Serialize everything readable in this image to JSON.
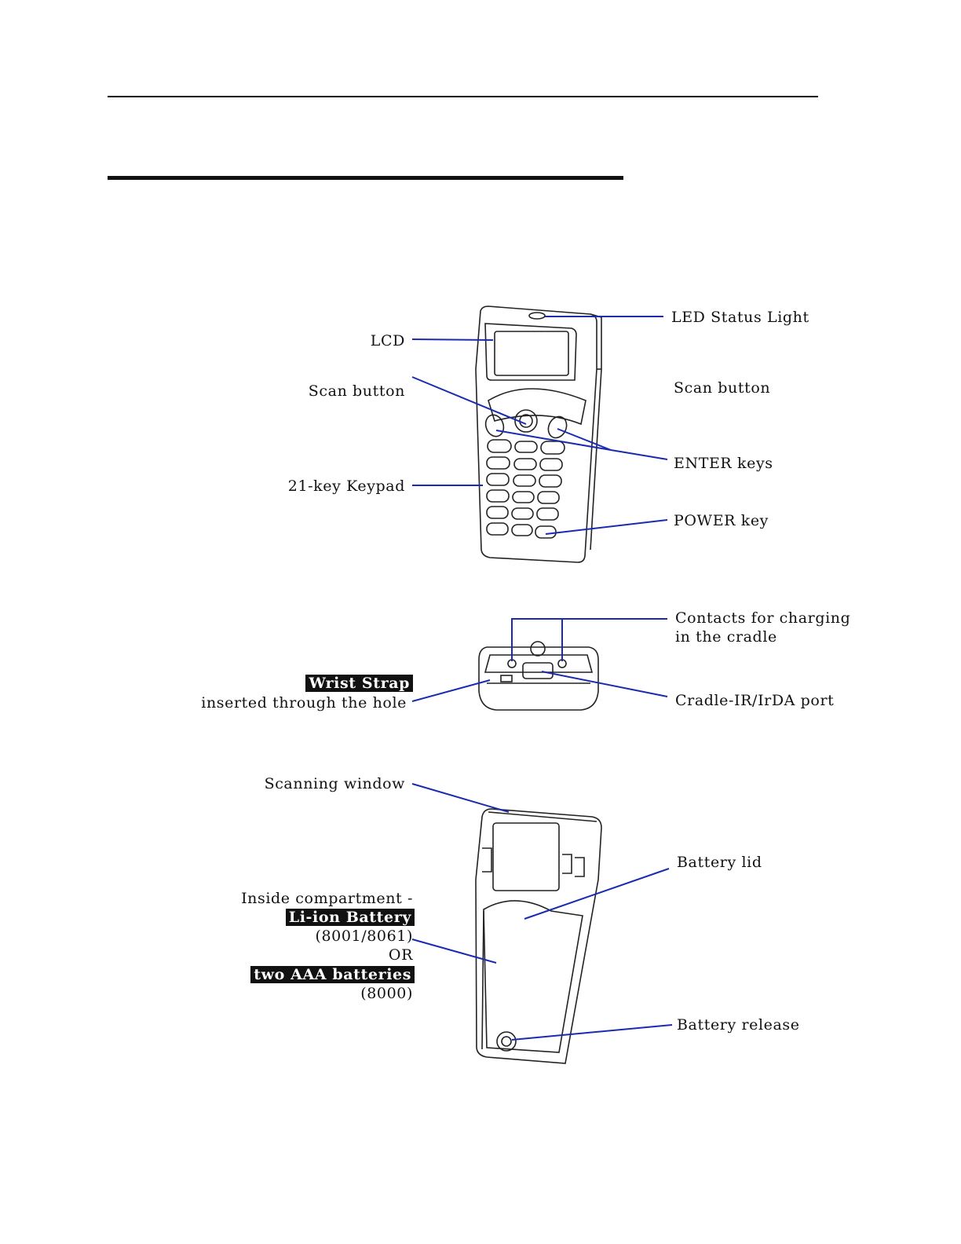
{
  "front_view": {
    "led_status_light": "LED Status Light",
    "lcd": "LCD",
    "scan_button_left": "Scan button",
    "scan_button_right": "Scan button",
    "enter_keys": "ENTER keys",
    "keypad": "21-key Keypad",
    "power_key": "POWER key"
  },
  "bottom_view": {
    "contacts_line1": "Contacts for charging",
    "contacts_line2": "in the cradle",
    "wrist_strap": "Wrist Strap",
    "wrist_strap_desc": "inserted through the hole",
    "cradle_port": "Cradle-IR/IrDA port"
  },
  "back_view": {
    "scanning_window": "Scanning window",
    "battery_lid": "Battery lid",
    "compartment_line1": "Inside compartment -",
    "li_ion_battery": "Li-ion Battery",
    "li_ion_models": "(8001/8061)",
    "or": "OR",
    "aaa_batteries": "two AAA batteries",
    "aaa_model": "(8000)",
    "battery_release": "Battery release"
  },
  "colors": {
    "leader_line": "#1a2bb0",
    "outline": "#222222",
    "label_text": "#111111"
  }
}
